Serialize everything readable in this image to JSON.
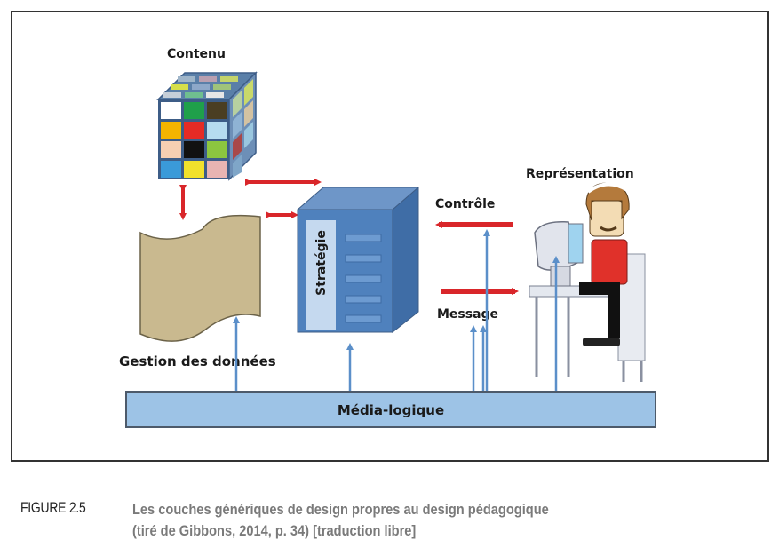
{
  "figure": {
    "number": "FIGURE 2.5",
    "caption_line1": "Les couches génériques de design propres au design pédagogique",
    "caption_line2": "(tiré de Gibbons, 2014, p. 34) [traduction libre]"
  },
  "diagram": {
    "nodes": {
      "content": "Contenu",
      "data_management": "Gestion des données",
      "strategy": "Stratégie",
      "representation": "Représentation",
      "media_logic": "Média-logique"
    },
    "flows": {
      "control": "Contrôle",
      "message": "Message"
    },
    "colors": {
      "red_arrow": "#d9262a",
      "blue_arrow": "#5b8fc9",
      "media_bar": "#9dc3e6",
      "strategy_box": "#4f81bd",
      "scroll": "#c9b98f"
    },
    "cube_colors": [
      "#ffffff",
      "#1fa04a",
      "#4a3e22",
      "#f4b400",
      "#e52b25",
      "#b6dcef",
      "#f6cfb2",
      "#111111",
      "#8cc63f",
      "#3a9ad9",
      "#f1e12c",
      "#e8b4b2"
    ]
  }
}
